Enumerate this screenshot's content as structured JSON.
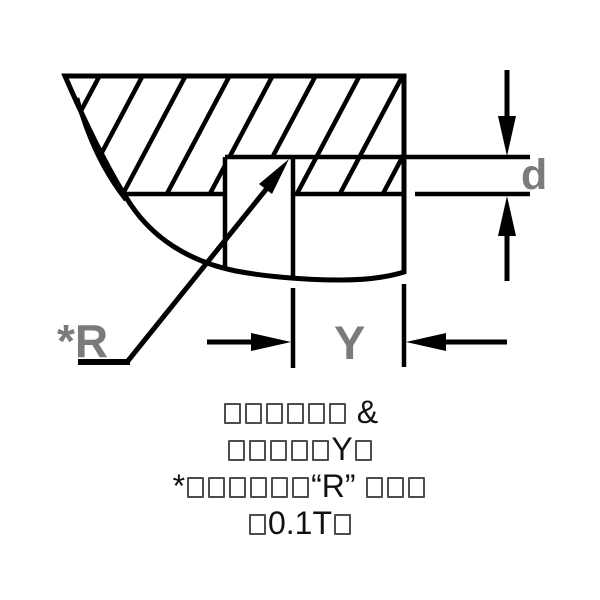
{
  "diagram": {
    "type": "technical-section-drawing",
    "labels": {
      "depth": "d",
      "width": "Y",
      "radius": "*R"
    },
    "colors": {
      "line": "#000000",
      "label_gray": "#7b7b7b",
      "box_border": "#4d4d4d",
      "text": "#111111"
    }
  },
  "caption": {
    "lines": [
      {
        "segments": [
          {
            "type": "boxes",
            "count": 6
          },
          {
            "type": "text",
            "value": " &"
          }
        ]
      },
      {
        "segments": [
          {
            "type": "boxes",
            "count": 5
          },
          {
            "type": "text",
            "value": "Y"
          },
          {
            "type": "boxes",
            "count": 1
          }
        ]
      },
      {
        "segments": [
          {
            "type": "text",
            "value": "*"
          },
          {
            "type": "boxes",
            "count": 6
          },
          {
            "type": "text",
            "value": "“R” "
          },
          {
            "type": "boxes",
            "count": 3
          }
        ]
      },
      {
        "segments": [
          {
            "type": "boxes",
            "count": 1
          },
          {
            "type": "text",
            "value": "0.1T"
          },
          {
            "type": "boxes",
            "count": 1
          }
        ]
      }
    ]
  }
}
